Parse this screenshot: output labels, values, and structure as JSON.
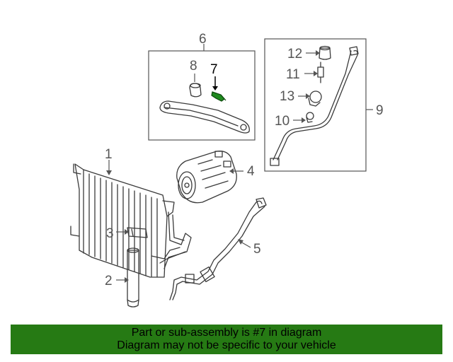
{
  "callouts": {
    "c1": "1",
    "c2": "2",
    "c3": "3",
    "c4": "4",
    "c5": "5",
    "c6": "6",
    "c7": "7",
    "c8": "8",
    "c9": "9",
    "c10": "10",
    "c11": "11",
    "c12": "12",
    "c13": "13"
  },
  "highlight": {
    "part": "7",
    "color": "#1f8a1f"
  },
  "banner": {
    "line1": "Part or sub-assembly is #7 in diagram",
    "line2": "Diagram may not be specific to your vehicle",
    "background": "#267a14"
  }
}
